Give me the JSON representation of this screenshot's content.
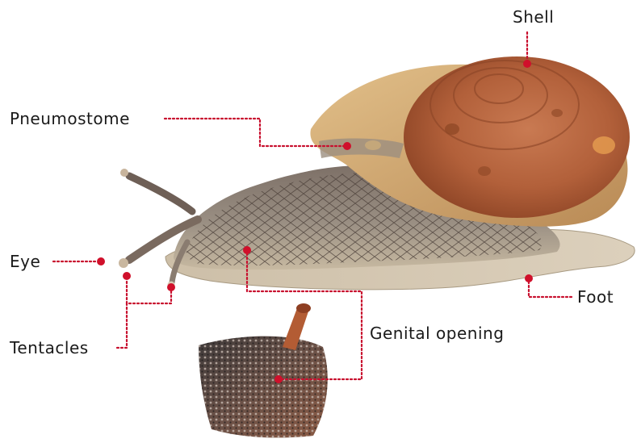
{
  "labels": {
    "shell": "Shell",
    "pneumostome": "Pneumostome",
    "eye": "Eye",
    "tentacles": "Tentacles",
    "genital_opening": "Genital opening",
    "foot": "Foot"
  },
  "colors": {
    "leader": "#c8102e",
    "shell_brown": "#a8532f",
    "shell_light": "#d9a66a",
    "body_gray": "#8b7f73",
    "foot_beige": "#cbbfa8"
  }
}
